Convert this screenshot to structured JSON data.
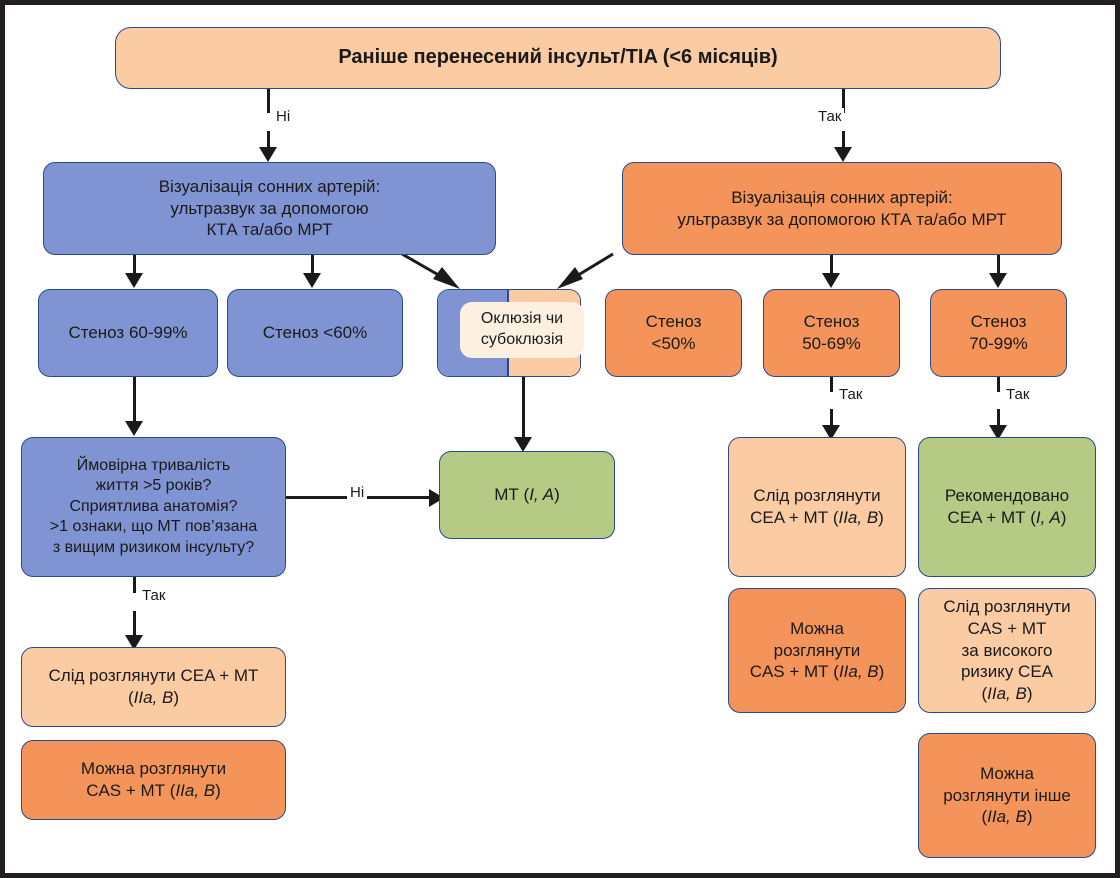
{
  "diagram": {
    "title_node": {
      "label": "Раніше перенесений інсульт/TIA (<6 місяців)"
    },
    "branch_labels": {
      "no": "Ні",
      "yes": "Так"
    },
    "left_branch": {
      "imaging": "Візуалізація сонних артерій:\nультразвук за допомогою\nКТА та/або МРТ",
      "stenosis_60_99": "Стеноз 60-99%",
      "stenosis_lt60": "Стеноз <60%",
      "decision": "Ймовірна тривалість\nжиття >5 років?\nСприятлива анатомія?\n>1 ознаки, що МТ пов’язана\nз вищим ризиком інсульту?",
      "decision_yes_label": "Так",
      "decision_no_label": "Ні",
      "outcome_cea": "Слід розглянути CEA + МТ\n(IIa, B)",
      "outcome_cas": "Можна розглянути\nCAS + МТ (IIa, B)"
    },
    "occlusion": {
      "label": "Оклюзія чи\nсубоклюзія",
      "outcome_mt": "МТ (I, A)"
    },
    "right_branch": {
      "imaging": "Візуалізація сонних артерій:\nультразвук за допомогою КТА та/або МРТ",
      "stenosis_lt50": "Стеноз\n<50%",
      "stenosis_50_69": "Стеноз\n50-69%",
      "stenosis_70_99": "Стеноз\n70-99%",
      "yes_label_50_69": "Так",
      "yes_label_70_99": "Так",
      "outcome_50_69_cea": "Слід розглянути\nCEA + МТ (IIa, B)",
      "outcome_50_69_cas": "Можна\nрозглянути\nCAS + МТ (IIa, B)",
      "outcome_70_99_cea": "Рекомендовано\nCEA + МТ (I, A)",
      "outcome_70_99_cas": "Слід розглянути\nCAS + МТ\nза високого\nризику CEA\n(IIa, B)",
      "outcome_70_99_other": "Можна\nрозглянути інше\n(IIa, B)"
    },
    "colors": {
      "blue": "#8094d4",
      "orange": "#f4945b",
      "peach": "#fbcba3",
      "green": "#b5cb85",
      "cream": "#fdf0e0",
      "border": "#2b4a8b",
      "frame": "#231f20",
      "connector": "#1a1a1a"
    }
  }
}
